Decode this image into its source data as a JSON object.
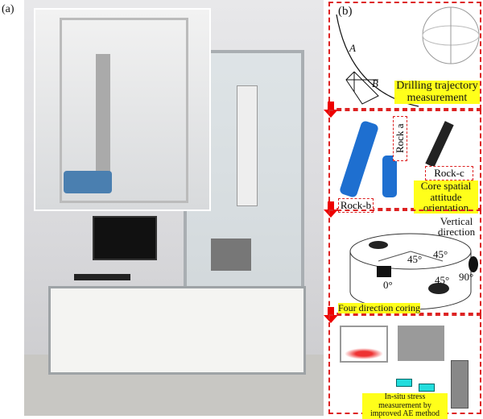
{
  "panel_a": {
    "label": "(a)"
  },
  "panel_b": {
    "label": "(b)",
    "step1": {
      "point_a": "A",
      "point_b": "B",
      "title": "Drilling trajectory measurement"
    },
    "step2": {
      "rock_a": "Rock a",
      "rock_b": "Rock-b",
      "rock_c": "Rock-c",
      "title": "Core spatial attitude orientation"
    },
    "step3": {
      "vertical": "Vertical direction",
      "angle_45_1": "45°",
      "angle_45_2": "45°",
      "angle_45_3": "45°",
      "angle_0": "0°",
      "angle_90": "90°",
      "title": "Four direction coring"
    },
    "step4": {
      "title": "In-situ stress measurement by improved AE method"
    }
  },
  "colors": {
    "dash": "#dd2222",
    "highlight": "#ffff1a",
    "arrow": "#ee0000",
    "amp": "#22dddd"
  }
}
